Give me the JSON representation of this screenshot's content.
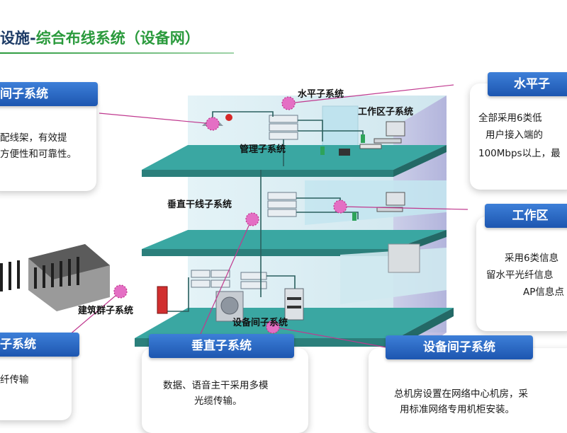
{
  "title": {
    "part1": "设施-",
    "part2": "综合布线系统（设备网）"
  },
  "cards": {
    "left_top": {
      "heading": "间子系统",
      "lines": [
        "配线架，有效提",
        "方便性和可靠性。"
      ]
    },
    "left_bottom": {
      "heading": "子系统",
      "lines": [
        "纤传输"
      ]
    },
    "right_top": {
      "heading": "水平子",
      "lines": [
        "全部采用6类低",
        "用户接入端的",
        "100Mbps以上，最"
      ]
    },
    "right_mid": {
      "heading": "工作区",
      "lines": [
        "采用6类信息",
        "留水平光纤信息",
        "AP信息点"
      ]
    },
    "bottom_mid": {
      "heading": "垂直子系统",
      "lines": [
        "数据、语音主干采用多模",
        "光缆传输。"
      ]
    },
    "bottom_right": {
      "heading": "设备间子系统",
      "lines": [
        "总机房设置在网络中心机房，采",
        "用标准网络专用机柜安装。"
      ]
    }
  },
  "labels": {
    "horizontal": "水平子系统",
    "work_area": "工作区子系统",
    "management": "管理子系统",
    "vertical_trunk": "垂直干线子系统",
    "campus": "建筑群子系统",
    "equipment_room": "设备间子系统"
  },
  "colors": {
    "title_dark": "#1d3b66",
    "title_green": "#2a9a3c",
    "floor": "#3aa7a2",
    "header_blue": "#2464c2",
    "pointer": "#c0398f"
  }
}
